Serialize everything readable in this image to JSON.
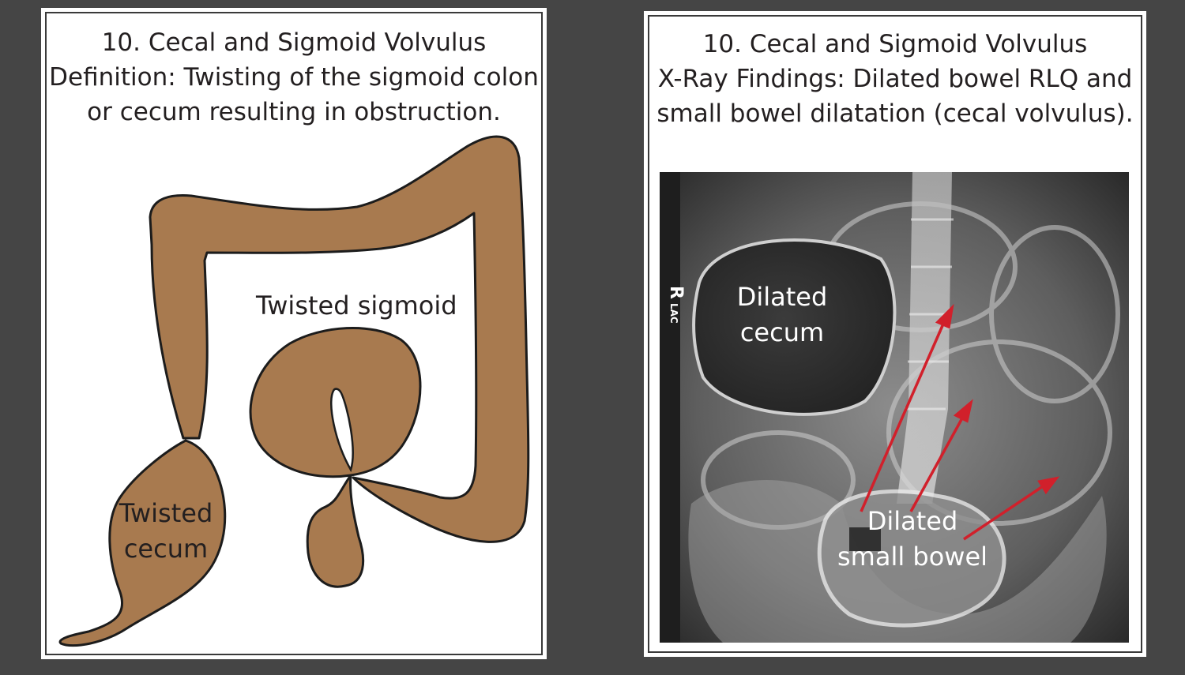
{
  "left_panel": {
    "title_lines": [
      "10. Cecal and Sigmoid Volvulus",
      "Definition: Twisting of the sigmoid colon",
      "or cecum resulting in obstruction."
    ],
    "labels": {
      "twisted_sigmoid": "Twisted sigmoid",
      "twisted_cecum": [
        "Twisted",
        "cecum"
      ]
    },
    "colors": {
      "colon_fill": "#a87a4f",
      "outline": "#1c1c1c",
      "label_text": "#231f20"
    }
  },
  "right_panel": {
    "title_lines": [
      "10. Cecal and Sigmoid Volvulus",
      "X-Ray Findings: Dilated bowel RLQ and",
      "small bowel dilatation (cecal volvulus)."
    ],
    "xray": {
      "marker": "R",
      "marker_sub": "LAC",
      "labels": {
        "dilated_cecum": [
          "Dilated",
          "cecum"
        ],
        "dilated_small_bowel": [
          "Dilated",
          "small bowel"
        ]
      },
      "arrow_color": "#d1202b",
      "label_color": "#ffffff"
    }
  }
}
